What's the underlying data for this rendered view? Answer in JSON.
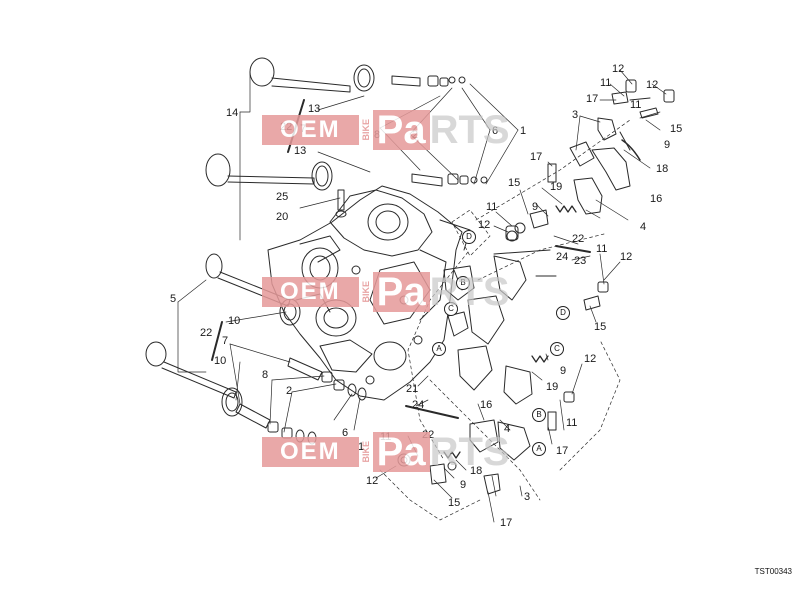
{
  "callouts": [
    {
      "t": "14"
    },
    {
      "t": "13"
    },
    {
      "t": "22"
    },
    {
      "t": "7"
    },
    {
      "t": "8"
    },
    {
      "t": "13"
    },
    {
      "t": "2"
    },
    {
      "t": "6"
    },
    {
      "t": "1"
    },
    {
      "t": "25"
    },
    {
      "t": "20"
    },
    {
      "t": "5"
    },
    {
      "t": "22"
    },
    {
      "t": "10"
    },
    {
      "t": "7"
    },
    {
      "t": "10"
    },
    {
      "t": "8"
    },
    {
      "t": "2"
    },
    {
      "t": "6"
    },
    {
      "t": "1"
    },
    {
      "t": "12"
    },
    {
      "t": "11"
    },
    {
      "t": "12"
    },
    {
      "t": "17"
    },
    {
      "t": "11"
    },
    {
      "t": "3"
    },
    {
      "t": "15"
    },
    {
      "t": "9"
    },
    {
      "t": "18"
    },
    {
      "t": "17"
    },
    {
      "t": "19"
    },
    {
      "t": "16"
    },
    {
      "t": "15"
    },
    {
      "t": "11"
    },
    {
      "t": "9"
    },
    {
      "t": "12"
    },
    {
      "t": "4"
    },
    {
      "t": "22"
    },
    {
      "t": "24"
    },
    {
      "t": "23"
    },
    {
      "t": "11"
    },
    {
      "t": "12"
    },
    {
      "t": "15"
    },
    {
      "t": "9"
    },
    {
      "t": "12"
    },
    {
      "t": "19"
    },
    {
      "t": "21"
    },
    {
      "t": "24"
    },
    {
      "t": "11"
    },
    {
      "t": "17"
    },
    {
      "t": "16"
    },
    {
      "t": "4"
    },
    {
      "t": "22"
    },
    {
      "t": "11"
    },
    {
      "t": "12"
    },
    {
      "t": "9"
    },
    {
      "t": "18"
    },
    {
      "t": "3"
    },
    {
      "t": "15"
    },
    {
      "t": "17"
    }
  ],
  "markers": [
    {
      "t": "D"
    },
    {
      "t": "B"
    },
    {
      "t": "C"
    },
    {
      "t": "A"
    },
    {
      "t": "D"
    },
    {
      "t": "C"
    },
    {
      "t": "B"
    },
    {
      "t": "A"
    }
  ],
  "watermarks": [
    {
      "oem": "OEM",
      "bike": "BIKE",
      "pa": "Pa",
      "rts": "RTS"
    },
    {
      "oem": "OEM",
      "bike": "BIKE",
      "pa": "Pa",
      "rts": "RTS"
    },
    {
      "oem": "OEM",
      "bike": "BIKE",
      "pa": "Pa",
      "rts": "RTS"
    }
  ],
  "reference_code": "TST00343",
  "colors": {
    "line": "#2a2a2a",
    "watermark": "#e69a9a",
    "watermark_text": "#c8c8c8"
  }
}
